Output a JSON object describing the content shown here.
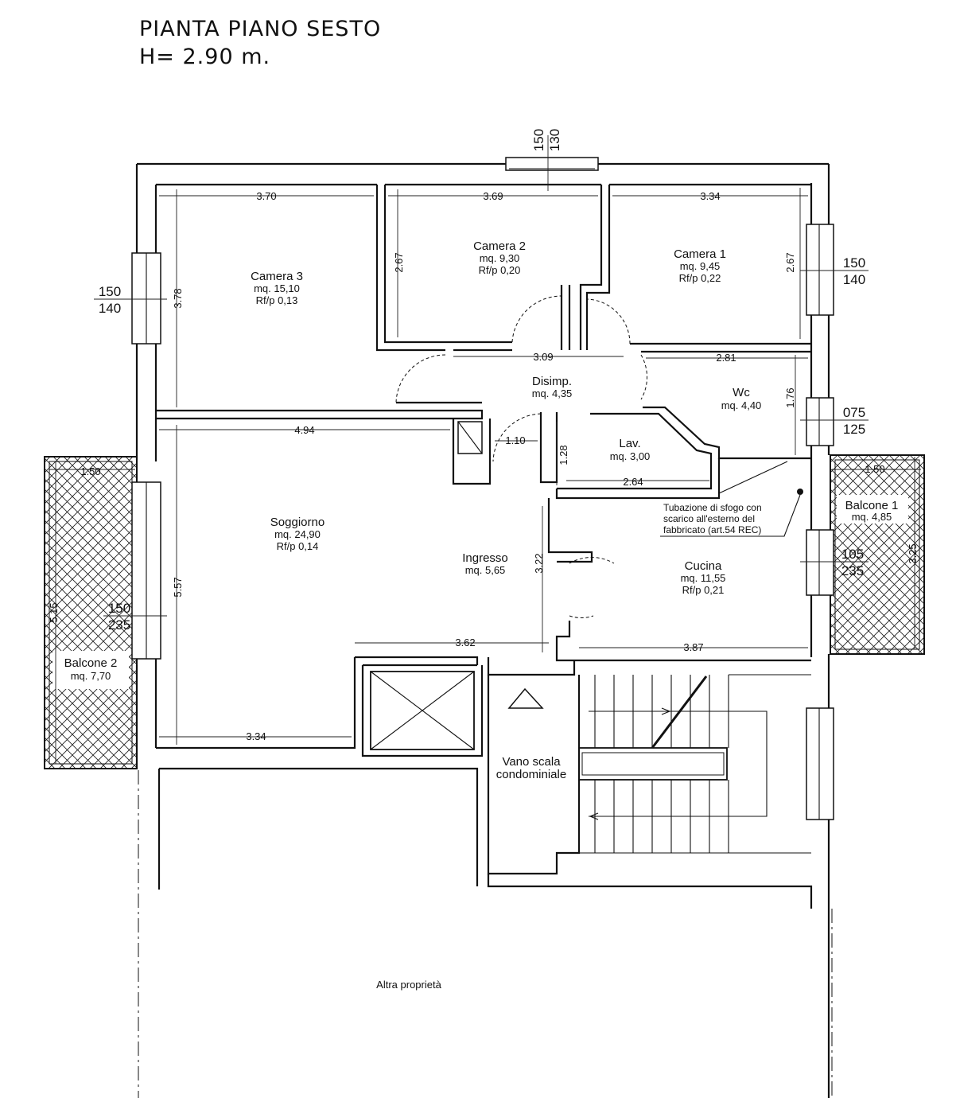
{
  "title": {
    "line1": "PIANTA PIANO SESTO",
    "line2": "H= 2.90 m."
  },
  "rooms": {
    "camera3": {
      "name": "Camera 3",
      "area": "mq. 15,10",
      "rf": "Rf/p 0,13"
    },
    "camera2": {
      "name": "Camera 2",
      "area": "mq. 9,30",
      "rf": "Rf/p 0,20"
    },
    "camera1": {
      "name": "Camera 1",
      "area": "mq. 9,45",
      "rf": "Rf/p 0,22"
    },
    "disimp": {
      "name": "Disimp.",
      "area": "mq. 4,35"
    },
    "wc": {
      "name": "Wc",
      "area": "mq. 4,40"
    },
    "lav": {
      "name": "Lav.",
      "area": "mq. 3,00"
    },
    "soggiorno": {
      "name": "Soggiorno",
      "area": "mq. 24,90",
      "rf": "Rf/p 0,14"
    },
    "ingresso": {
      "name": "Ingresso",
      "area": "mq. 5,65"
    },
    "cucina": {
      "name": "Cucina",
      "area": "mq. 11,55",
      "rf": "Rf/p 0,21"
    },
    "balcone1": {
      "name": "Balcone 1",
      "area": "mq. 4,85"
    },
    "balcone2": {
      "name": "Balcone 2",
      "area": "mq. 7,70"
    },
    "vano_scala": {
      "line1": "Vano scala",
      "line2": "condominiale"
    }
  },
  "dimensions": {
    "c3_w": "3.70",
    "c3_h": "3.78",
    "c2_w": "3.69",
    "c2_h": "2.67",
    "c1_w": "3.34",
    "c1_h": "2.67",
    "dis_w": "3.09",
    "wc_w": "2.81",
    "wc_h": "1.76",
    "sog_w": "4.94",
    "sog_h": "5.57",
    "sog_bot": "3.34",
    "step": "1.10",
    "lav_h": "1.28",
    "lav_w": "2.64",
    "ing_h": "3.22",
    "ing_w": "3.62",
    "cuc_w": "3.87",
    "bal1_w": "1.50",
    "bal1_h": "3.25",
    "bal2_w": "1.50",
    "bal2_h": "5.15"
  },
  "windows": {
    "top": {
      "a": "150",
      "b": "130"
    },
    "camera3": {
      "a": "150",
      "b": "140"
    },
    "camera1": {
      "a": "150",
      "b": "140"
    },
    "wc": {
      "a": "075",
      "b": "125"
    },
    "cucina": {
      "a": "105",
      "b": "235"
    },
    "soggiorno": {
      "a": "150",
      "b": "235"
    }
  },
  "note": {
    "line1": "Tubazione di sfogo con",
    "line2": "scarico all'esterno del",
    "line3": "fabbricato (art.54 REC)"
  },
  "footer": {
    "other_property": "Altra proprietà"
  }
}
